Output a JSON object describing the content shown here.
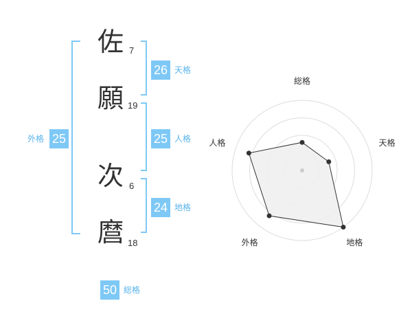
{
  "name": {
    "chars": [
      {
        "char": "佐",
        "strokes": "7"
      },
      {
        "char": "願",
        "strokes": "19"
      },
      {
        "char": "次",
        "strokes": "6"
      },
      {
        "char": "麿",
        "strokes": "18"
      }
    ]
  },
  "fortunes": {
    "tenkaku": {
      "label": "天格",
      "value": "26"
    },
    "jinkaku": {
      "label": "人格",
      "value": "25"
    },
    "chikaku": {
      "label": "地格",
      "value": "24"
    },
    "gaikaku": {
      "label": "外格",
      "value": "25"
    },
    "soukaku": {
      "label": "総格",
      "value": "50"
    }
  },
  "colors": {
    "accent": "#7ec8f6",
    "label": "#5ab4ec",
    "bracket": "#7ec8f6"
  },
  "chart_data": {
    "type": "radar",
    "axes": [
      "総格",
      "天格",
      "地格",
      "外格",
      "人格"
    ],
    "values": [
      0.4,
      0.4,
      1.0,
      0.8,
      0.8
    ],
    "rings": 4,
    "range": [
      0,
      1
    ]
  }
}
